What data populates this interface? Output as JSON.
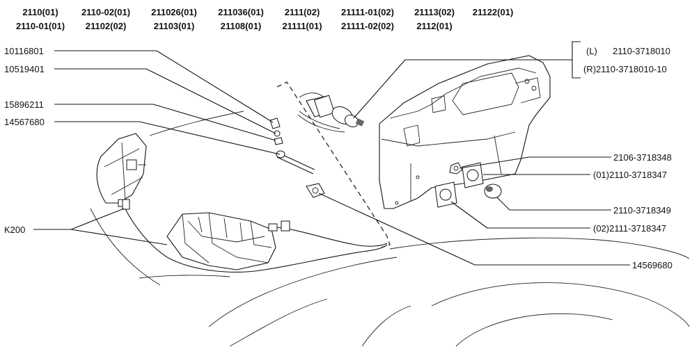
{
  "header": {
    "row1": [
      "2110(01)",
      "2110-02(01)",
      "211026(01)",
      "211036(01)",
      "2111(02)",
      "21111-01(02)",
      "21113(02)",
      "21122(01)"
    ],
    "row2": [
      "2110-01(01)",
      "21102(02)",
      "21103(01)",
      "21108(01)",
      "21111(01)",
      "21111-02(02)",
      "2112(01)"
    ]
  },
  "left_labels": {
    "p1": "10116801",
    "p2": "10519401",
    "p3": "15896211",
    "p4": "14567680",
    "p5": "K200"
  },
  "right_labels": {
    "lamp_l_side": "(L)",
    "lamp_l_code": "2110-3718010",
    "lamp_r": "(R)2110-3718010-10",
    "p6": "2106-3718348",
    "p7": "(01)2110-3718347",
    "p8": "2110-3718349",
    "p9": "(02)2111-3718347",
    "p10": "14569680"
  }
}
